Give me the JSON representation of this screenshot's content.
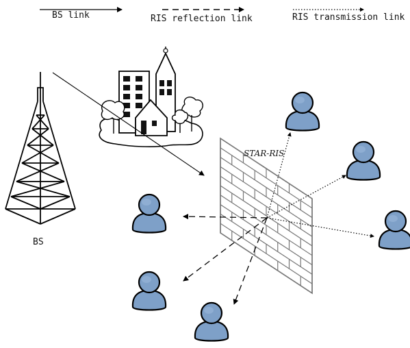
{
  "legend": {
    "bs_link": "BS link",
    "reflection_link": "RIS reflection link",
    "transmission_link": "RIS transmission link"
  },
  "labels": {
    "bs": "BS",
    "star_ris": "STAR-RIS"
  },
  "icons": {
    "base_station": "tower-icon",
    "building": "city-buildings-icon",
    "user": "user-icon",
    "surface": "star-ris-brick-wall-icon"
  },
  "colors": {
    "user_fill": "#7ea0c8",
    "user_fill_light": "#9bb7da",
    "line": "#000000",
    "wall_stroke": "#777777"
  }
}
